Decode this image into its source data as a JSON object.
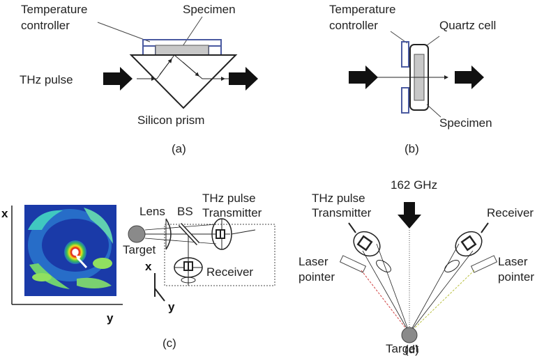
{
  "panel_a": {
    "temperature_controller": [
      "Temperature",
      "controller"
    ],
    "specimen": "Specimen",
    "thz_pulse": "THz pulse",
    "silicon_prism": "Silicon prism",
    "caption": "(a)"
  },
  "panel_b": {
    "temperature_controller": [
      "Temperature",
      "controller"
    ],
    "quartz_cell": "Quartz cell",
    "specimen": "Specimen",
    "caption": "(b)"
  },
  "panel_c": {
    "axis_x": "x",
    "axis_y": "y",
    "lens": "Lens",
    "bs": "BS",
    "thz_pulse_transmitter": [
      "THz pulse",
      "Transmitter"
    ],
    "target": "Target",
    "receiver": "Receiver",
    "caption": "(c)"
  },
  "panel_d": {
    "frequency": "162 GHz",
    "thz_pulse_transmitter": [
      "THz pulse",
      "Transmitter"
    ],
    "receiver": "Receiver",
    "laser_pointer_left": [
      "Laser",
      "pointer"
    ],
    "laser_pointer_right": [
      "Laser",
      "pointer"
    ],
    "target": "Target",
    "caption": "(d)"
  },
  "colors": {
    "controller_outline": "#4a5aa0",
    "specimen_fill": "#c8c8c8",
    "laser_left": "#d04040",
    "laser_right": "#b8c040",
    "target_fill": "#8a8a8a"
  }
}
